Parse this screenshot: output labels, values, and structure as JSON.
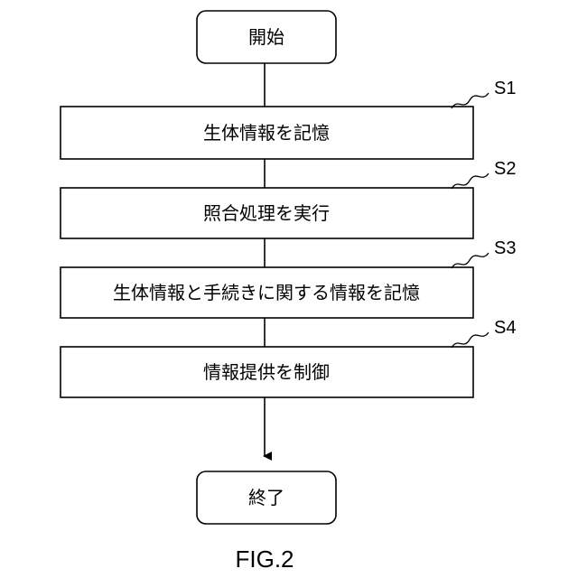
{
  "flowchart": {
    "start": {
      "label": "開始"
    },
    "steps": [
      {
        "id": "S1",
        "label": "生体情報を記憶"
      },
      {
        "id": "S2",
        "label": "照合処理を実行"
      },
      {
        "id": "S3",
        "label": "生体情報と手続きに関する情報を記憶"
      },
      {
        "id": "S4",
        "label": "情報提供を制御"
      }
    ],
    "end": {
      "label": "終了"
    }
  },
  "figure_caption": "FIG.2"
}
